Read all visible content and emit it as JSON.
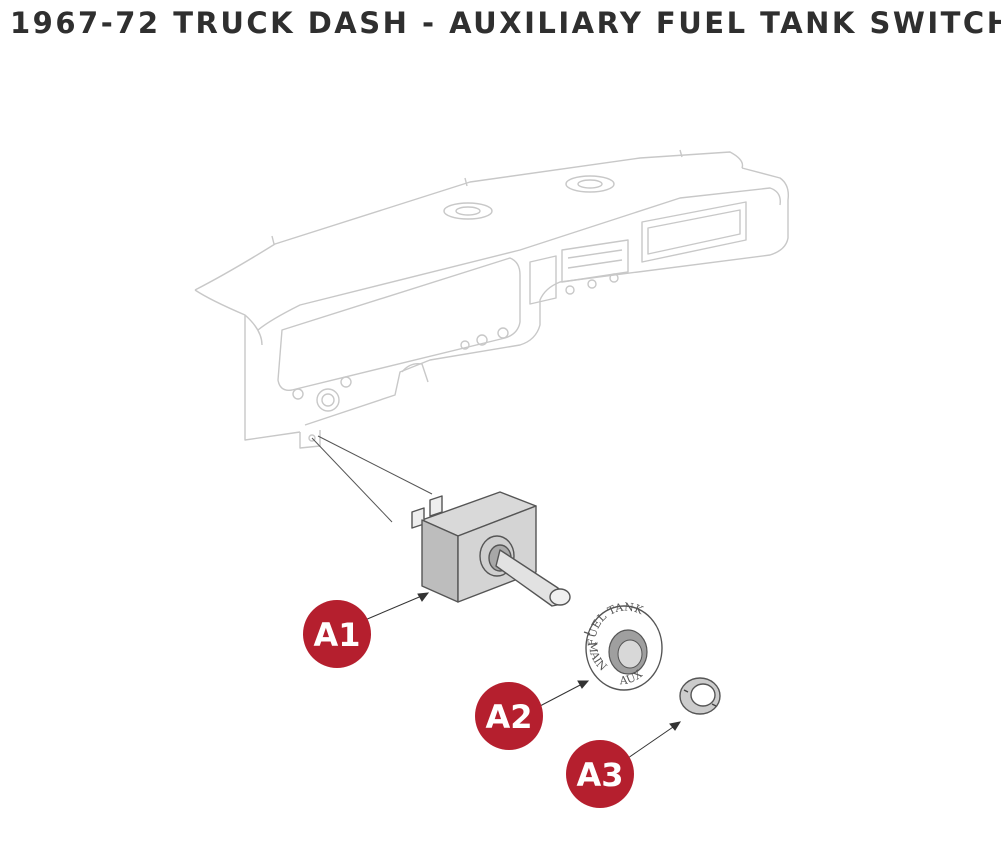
{
  "page": {
    "title": "1967-72 TRUCK DASH - AUXILIARY FUEL TANK SWITCH"
  },
  "colors": {
    "callout_fill": "#b51f2e",
    "callout_text": "#ffffff",
    "line_art": "#9a9a9a",
    "title_text": "#2f2f2f"
  },
  "parts": [
    {
      "id": "A1",
      "label": "A1",
      "description_icon": "toggle-switch"
    },
    {
      "id": "A2",
      "label": "A2",
      "description_icon": "bezel-ring"
    },
    {
      "id": "A3",
      "label": "A3",
      "description_icon": "retaining-nut"
    }
  ],
  "bezel": {
    "text_top": "FUEL TANK",
    "text_left": "MAIN",
    "text_right": "AUX"
  }
}
